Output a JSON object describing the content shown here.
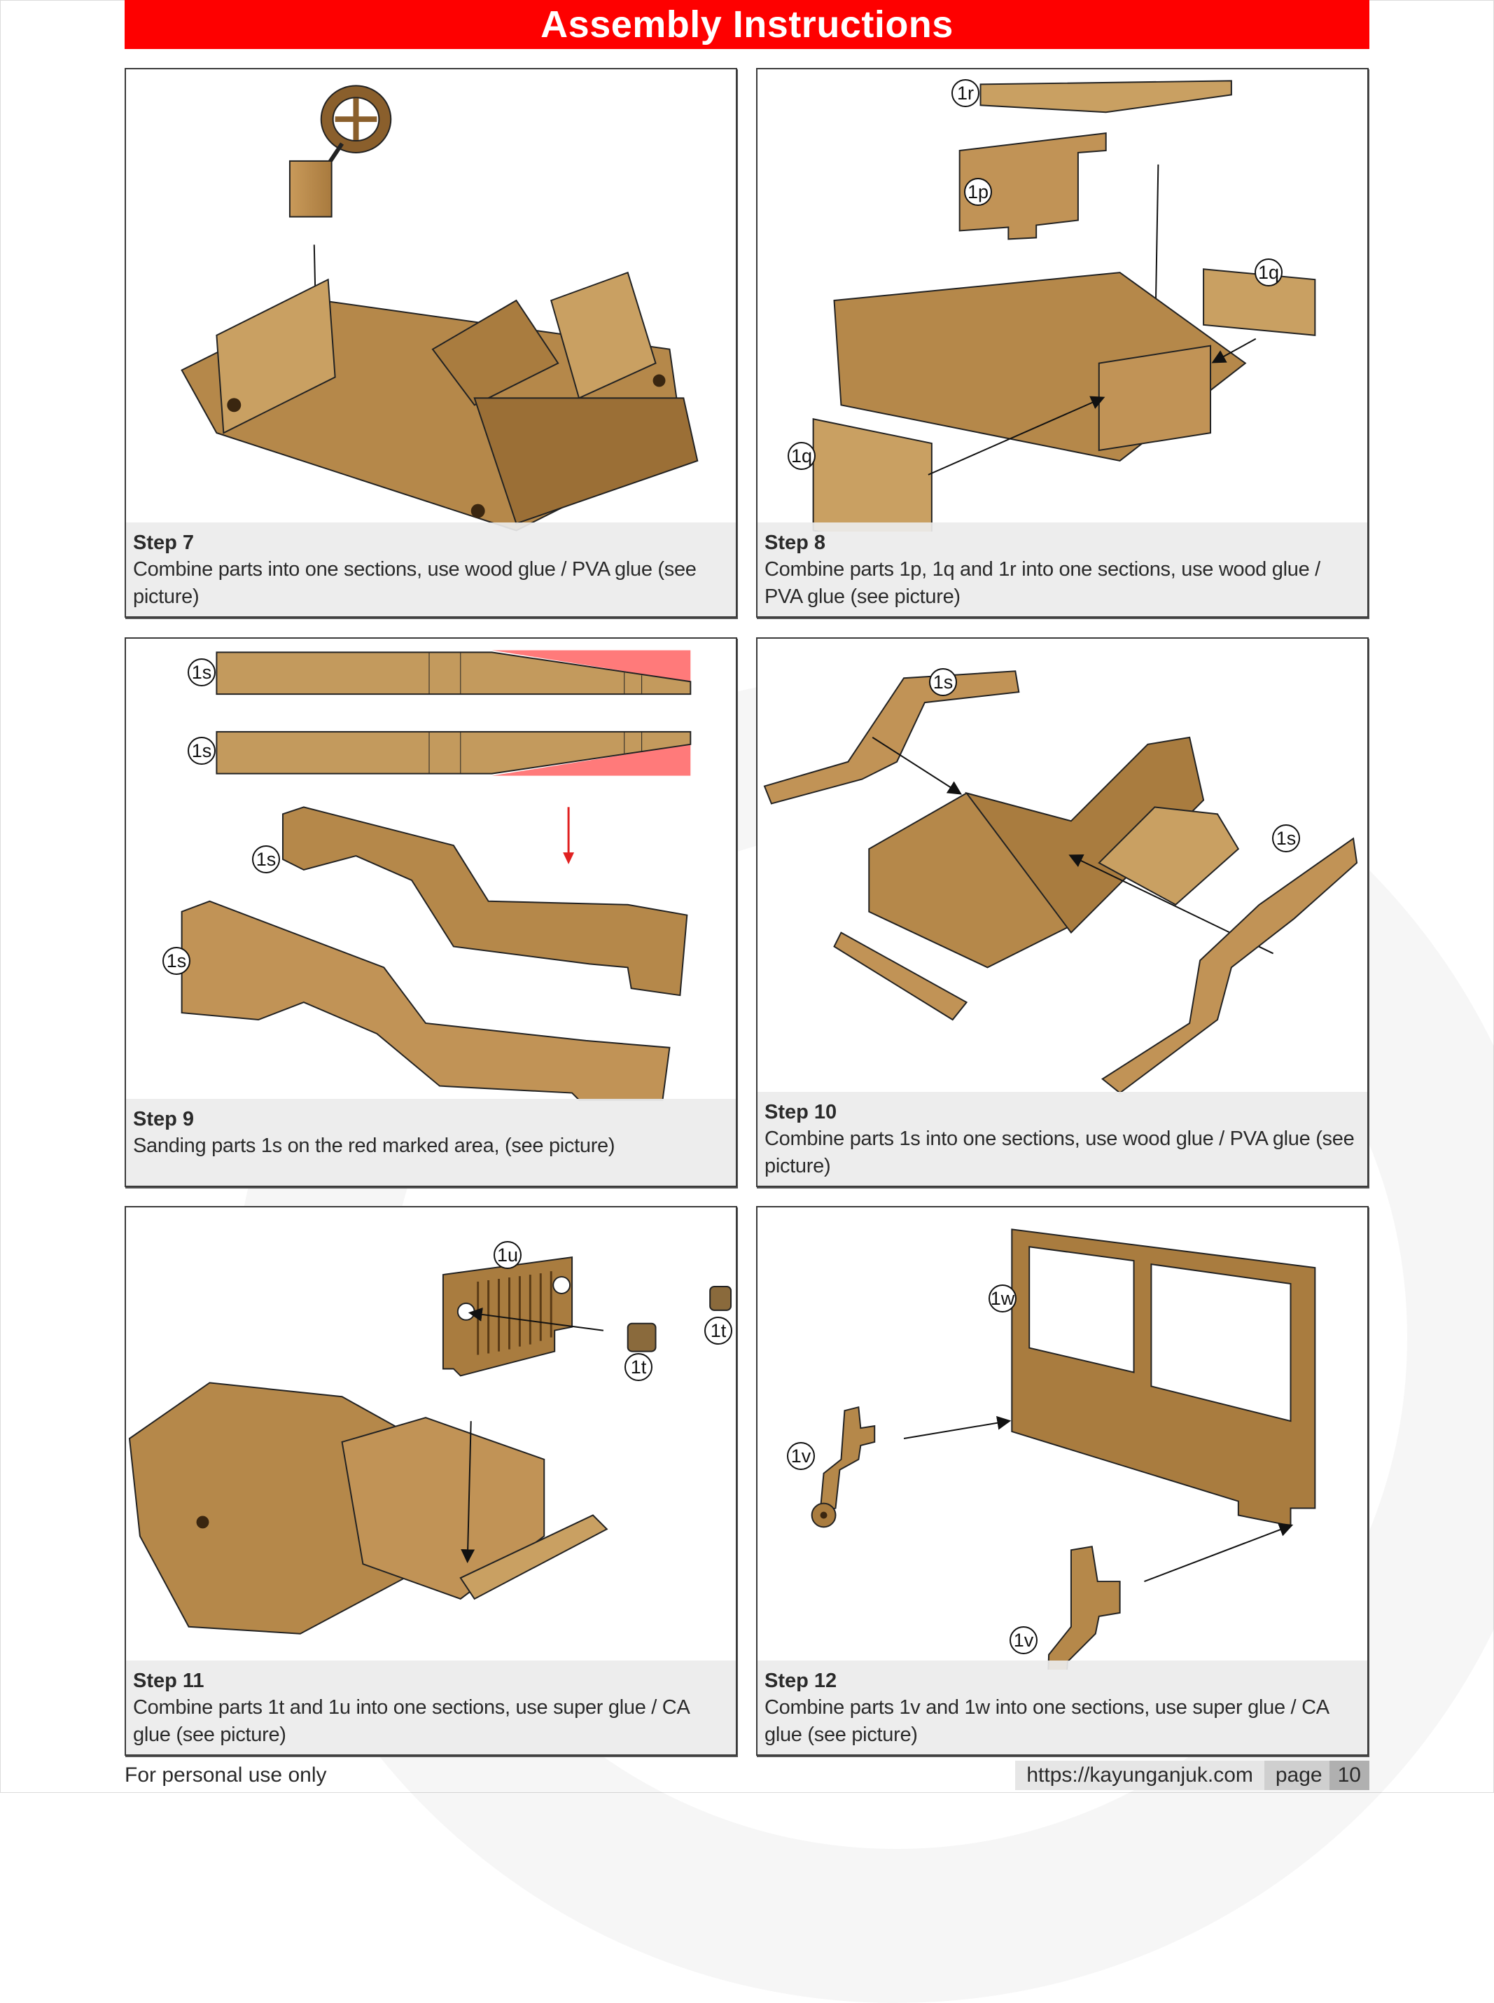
{
  "header": {
    "title": "Assembly Instructions",
    "color": "#fe0000"
  },
  "steps": [
    {
      "title": "Step 7",
      "text": "Combine parts into one sections, use wood glue / PVA glue (see picture)",
      "labels": []
    },
    {
      "title": "Step 8",
      "text": "Combine parts 1p, 1q and 1r into one sections, use wood glue / PVA glue (see picture)",
      "labels": [
        "1r",
        "1p",
        "1q",
        "1q"
      ]
    },
    {
      "title": "Step 9",
      "text": "Sanding parts 1s on the red marked area, (see picture)",
      "labels": [
        "1s",
        "1s",
        "1s",
        "1s"
      ]
    },
    {
      "title": "Step 10",
      "text": "Combine parts 1s into one sections, use wood glue / PVA glue (see picture)",
      "labels": [
        "1s",
        "1s"
      ]
    },
    {
      "title": "Step 11",
      "text": "Combine parts 1t and 1u into one sections, use super glue / CA glue (see picture)",
      "labels": [
        "1u",
        "1t",
        "1t"
      ]
    },
    {
      "title": "Step 12",
      "text": "Combine parts 1v and 1w into one sections, use super glue / CA glue (see picture)",
      "labels": [
        "1w",
        "1v",
        "1v"
      ]
    }
  ],
  "colors": {
    "wood_light": "#c9a062",
    "wood_mid": "#a97c3f",
    "wood_dark": "#7a5526",
    "sanding_mark": "#ff7a7a",
    "arrow_red": "#e02020"
  },
  "footer": {
    "left": "For personal use only",
    "url": "https://kayunganjuk.com",
    "page_label": "page",
    "page_number": "10"
  }
}
